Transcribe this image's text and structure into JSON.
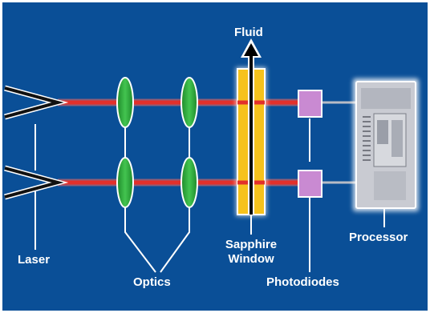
{
  "colors": {
    "background": "#0a4f97",
    "beam": "#e2302b",
    "optics": "#2fae3c",
    "window": "#f6c21c",
    "photodiode": "#c98ad2",
    "processor": "#c9cbd2",
    "leader": "#ffffff"
  },
  "labels": {
    "fluid": "Fluid",
    "laser": "Laser",
    "optics": "Optics",
    "window_line1": "Sapphire",
    "window_line2": "Window",
    "photodiodes": "Photodiodes",
    "processor": "Processor"
  },
  "icons": {
    "laser": "laser-emitter-icon",
    "processor": "processor-chip-icon"
  }
}
